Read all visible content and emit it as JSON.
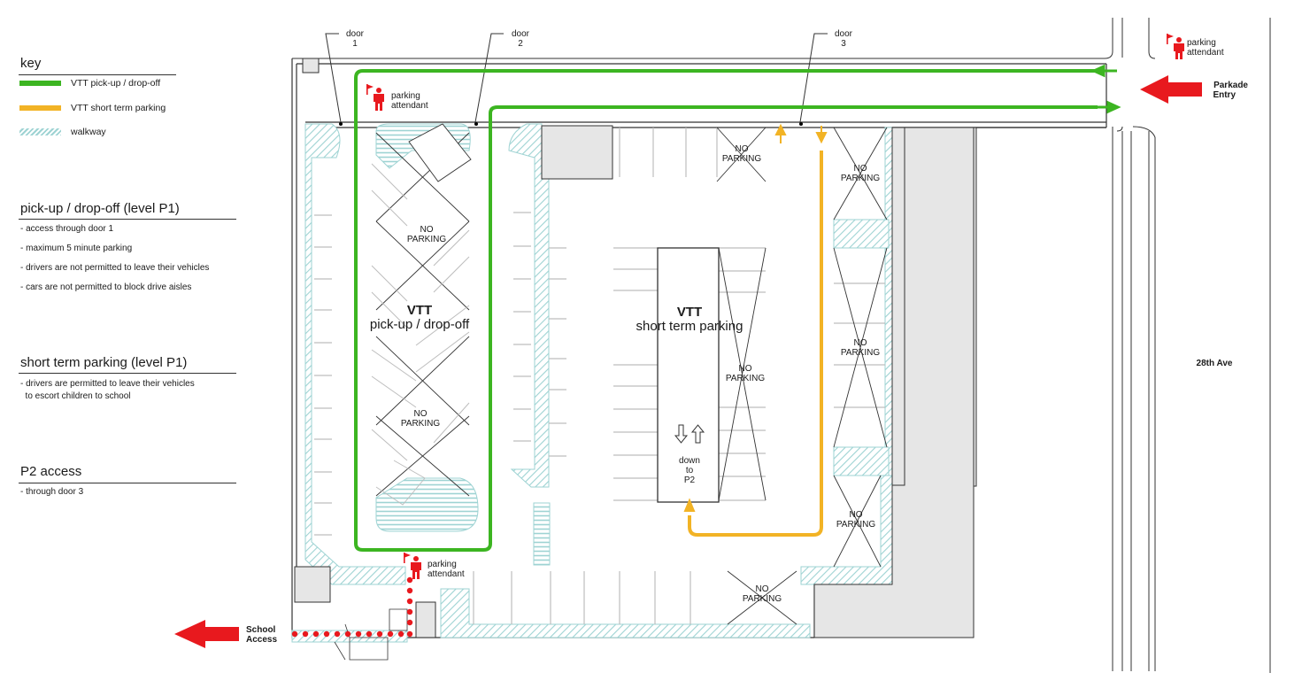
{
  "key": {
    "title": "key",
    "items": [
      {
        "label": "VTT pick-up / drop-off",
        "color": "#3cb521"
      },
      {
        "label": "VTT short term parking",
        "color": "#f2b325"
      },
      {
        "label": "walkway",
        "color": "#9ed3d3"
      }
    ]
  },
  "sections": [
    {
      "title": "pick-up / drop-off (level P1)",
      "lines": [
        "- access through door 1",
        "- maximum 5 minute parking",
        "- drivers are not permitted to leave their vehicles",
        "- cars are not permitted to block drive aisles"
      ]
    },
    {
      "title": "short term parking (level P1)",
      "lines": [
        "- drivers are permitted to leave their vehicles",
        "  to escort children to school"
      ]
    },
    {
      "title": "P2 access",
      "lines": [
        "- through door 3"
      ]
    }
  ],
  "doors": [
    {
      "label": "door",
      "num": "1"
    },
    {
      "label": "door",
      "num": "2"
    },
    {
      "label": "door",
      "num": "3"
    }
  ],
  "attendants": [
    {
      "line1": "parking",
      "line2": "attendant"
    },
    {
      "line1": "parking",
      "line2": "attendant"
    },
    {
      "line1": "parking",
      "line2": "attendant"
    }
  ],
  "zones": {
    "pickup": {
      "title": "VTT",
      "subtitle": "pick-up / drop-off"
    },
    "short_term": {
      "title": "VTT",
      "subtitle": "short term parking"
    }
  },
  "no_parking": {
    "line1": "NO",
    "line2": "PARKING"
  },
  "ramp": {
    "line1": "down",
    "line2": "to",
    "line3": "P2"
  },
  "entry": {
    "line1": "Parkade",
    "line2": "Entry"
  },
  "school": {
    "line1": "School",
    "line2": "Access"
  },
  "street": "28th Ave",
  "colors": {
    "green": "#3cb521",
    "orange": "#f2b325",
    "red": "#e8191e",
    "walk": "#9ed3d3",
    "grey": "#e6e6e6"
  }
}
